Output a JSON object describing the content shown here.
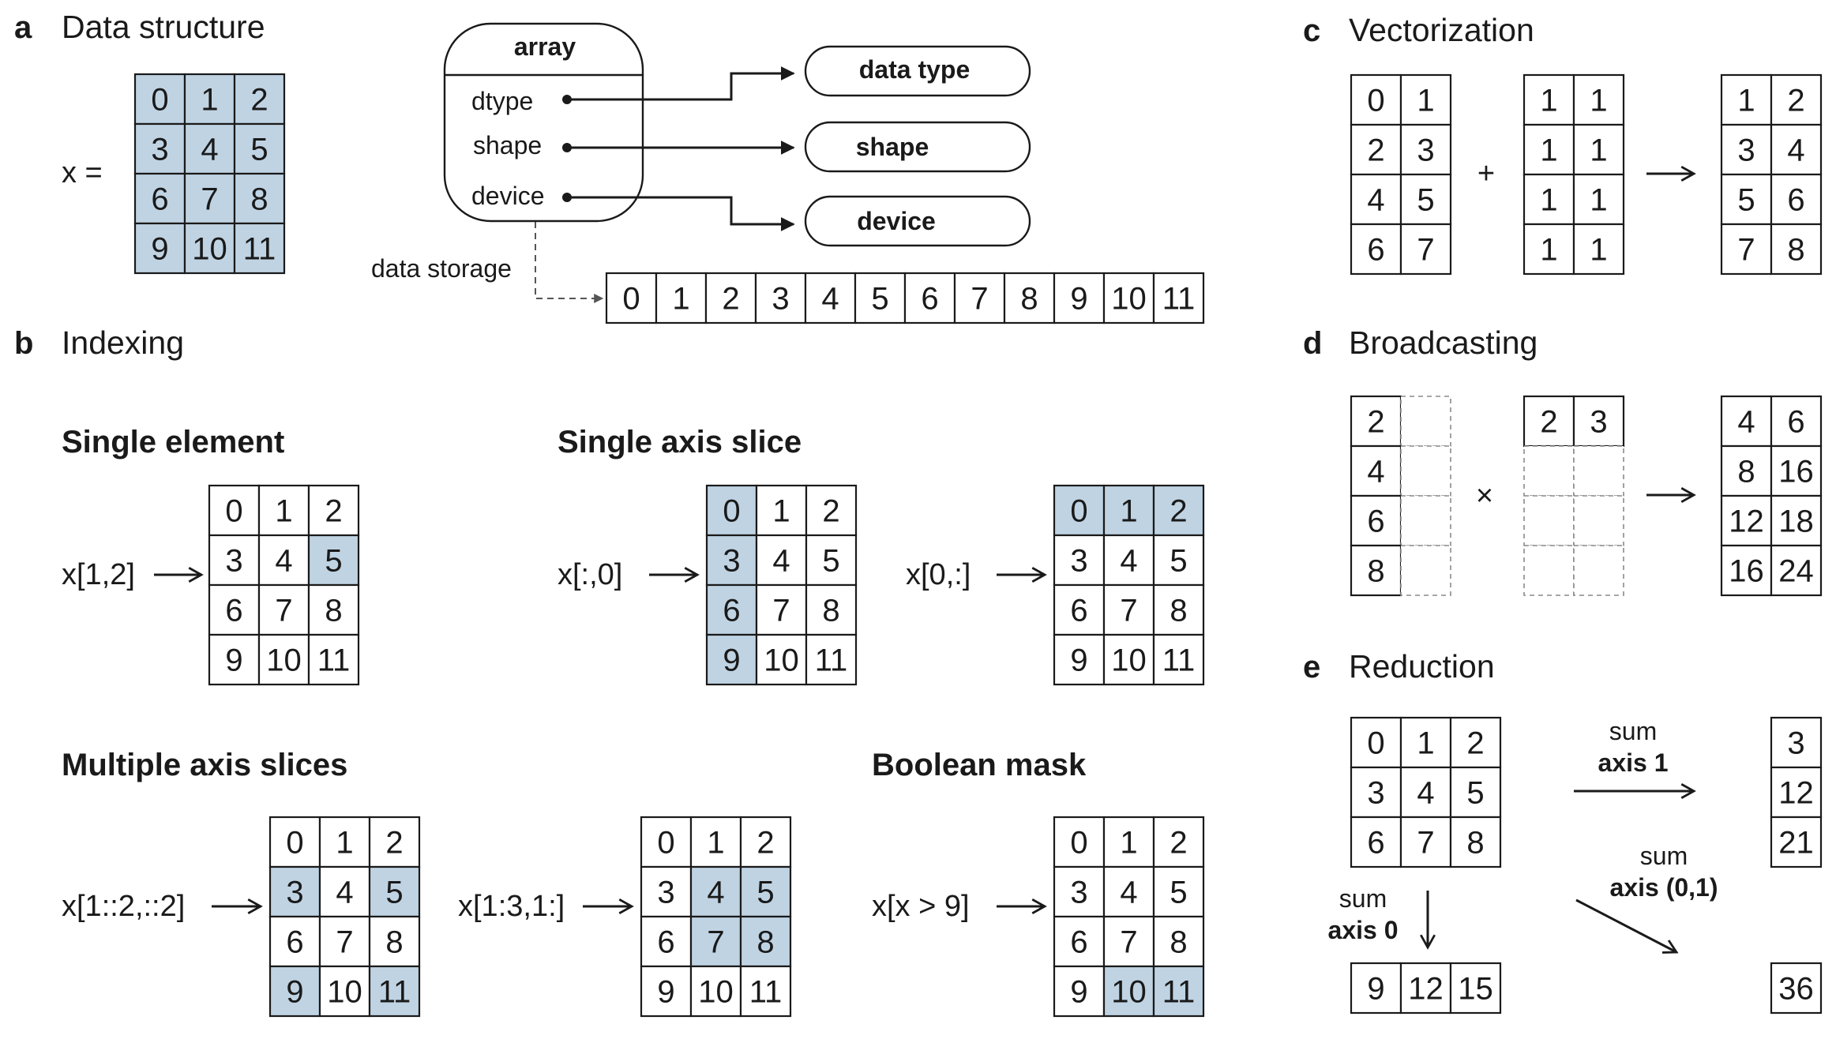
{
  "colors": {
    "highlight": "#bfd3e3",
    "stroke": "#1a1a1a",
    "ghost_stroke": "#8a8a8a"
  },
  "panels": {
    "a": {
      "letter": "a",
      "title": "Data structure"
    },
    "b": {
      "letter": "b",
      "title": "Indexing"
    },
    "c": {
      "letter": "c",
      "title": "Vectorization"
    },
    "d": {
      "letter": "d",
      "title": "Broadcasting"
    },
    "e": {
      "letter": "e",
      "title": "Reduction"
    }
  },
  "a": {
    "x_label": "x =",
    "array_box": {
      "title": "array",
      "fields": [
        "dtype",
        "shape",
        "device"
      ]
    },
    "targets": [
      "data type",
      "shape",
      "device"
    ],
    "storage_label": "data storage"
  },
  "b": {
    "single_element": {
      "title": "Single element",
      "expr": "x[1,2]"
    },
    "single_axis": {
      "title": "Single axis slice",
      "expr1": "x[:,0]",
      "expr2": "x[0,:]"
    },
    "multiple_axis": {
      "title": "Multiple axis slices",
      "expr1": "x[1::2,::2]",
      "expr2": "x[1:3,1:]"
    },
    "boolean_mask": {
      "title": "Boolean mask",
      "expr": "x[x > 9]"
    }
  },
  "c": {
    "plus": "+"
  },
  "d": {
    "times": "×"
  },
  "e": {
    "sum": "sum",
    "axis1": "axis 1",
    "axis0": "axis 0",
    "axis01": "axis (0,1)"
  },
  "grids": [
    {
      "id": "a-x",
      "cells": [
        [
          "0",
          "1",
          "2"
        ],
        [
          "3",
          "4",
          "5"
        ],
        [
          "6",
          "7",
          "8"
        ],
        [
          "9",
          "10",
          "11"
        ]
      ],
      "hl": [
        [
          1,
          1,
          1
        ],
        [
          1,
          1,
          1
        ],
        [
          1,
          1,
          1
        ],
        [
          1,
          1,
          1
        ]
      ]
    },
    {
      "id": "a-storage",
      "cells": [
        [
          "0",
          "1",
          "2",
          "3",
          "4",
          "5",
          "6",
          "7",
          "8",
          "9",
          "10",
          "11"
        ]
      ]
    },
    {
      "id": "b-single",
      "cells": [
        [
          "0",
          "1",
          "2"
        ],
        [
          "3",
          "4",
          "5"
        ],
        [
          "6",
          "7",
          "8"
        ],
        [
          "9",
          "10",
          "11"
        ]
      ],
      "hl": [
        [
          0,
          0,
          0
        ],
        [
          0,
          0,
          1
        ],
        [
          0,
          0,
          0
        ],
        [
          0,
          0,
          0
        ]
      ]
    },
    {
      "id": "b-col",
      "cells": [
        [
          "0",
          "1",
          "2"
        ],
        [
          "3",
          "4",
          "5"
        ],
        [
          "6",
          "7",
          "8"
        ],
        [
          "9",
          "10",
          "11"
        ]
      ],
      "hl": [
        [
          1,
          0,
          0
        ],
        [
          1,
          0,
          0
        ],
        [
          1,
          0,
          0
        ],
        [
          1,
          0,
          0
        ]
      ]
    },
    {
      "id": "b-row",
      "cells": [
        [
          "0",
          "1",
          "2"
        ],
        [
          "3",
          "4",
          "5"
        ],
        [
          "6",
          "7",
          "8"
        ],
        [
          "9",
          "10",
          "11"
        ]
      ],
      "hl": [
        [
          1,
          1,
          1
        ],
        [
          0,
          0,
          0
        ],
        [
          0,
          0,
          0
        ],
        [
          0,
          0,
          0
        ]
      ]
    },
    {
      "id": "b-multi1",
      "cells": [
        [
          "0",
          "1",
          "2"
        ],
        [
          "3",
          "4",
          "5"
        ],
        [
          "6",
          "7",
          "8"
        ],
        [
          "9",
          "10",
          "11"
        ]
      ],
      "hl": [
        [
          0,
          0,
          0
        ],
        [
          1,
          0,
          1
        ],
        [
          0,
          0,
          0
        ],
        [
          1,
          0,
          1
        ]
      ]
    },
    {
      "id": "b-multi2",
      "cells": [
        [
          "0",
          "1",
          "2"
        ],
        [
          "3",
          "4",
          "5"
        ],
        [
          "6",
          "7",
          "8"
        ],
        [
          "9",
          "10",
          "11"
        ]
      ],
      "hl": [
        [
          0,
          0,
          0
        ],
        [
          0,
          1,
          1
        ],
        [
          0,
          1,
          1
        ],
        [
          0,
          0,
          0
        ]
      ]
    },
    {
      "id": "b-mask",
      "cells": [
        [
          "0",
          "1",
          "2"
        ],
        [
          "3",
          "4",
          "5"
        ],
        [
          "6",
          "7",
          "8"
        ],
        [
          "9",
          "10",
          "11"
        ]
      ],
      "hl": [
        [
          0,
          0,
          0
        ],
        [
          0,
          0,
          0
        ],
        [
          0,
          0,
          0
        ],
        [
          0,
          1,
          1
        ]
      ]
    },
    {
      "id": "c-a",
      "cells": [
        [
          "0",
          "1"
        ],
        [
          "2",
          "3"
        ],
        [
          "4",
          "5"
        ],
        [
          "6",
          "7"
        ]
      ]
    },
    {
      "id": "c-b",
      "cells": [
        [
          "1",
          "1"
        ],
        [
          "1",
          "1"
        ],
        [
          "1",
          "1"
        ],
        [
          "1",
          "1"
        ]
      ]
    },
    {
      "id": "c-out",
      "cells": [
        [
          "1",
          "2"
        ],
        [
          "3",
          "4"
        ],
        [
          "5",
          "6"
        ],
        [
          "7",
          "8"
        ]
      ]
    },
    {
      "id": "d-a",
      "cells": [
        [
          "2",
          ""
        ],
        [
          "4",
          ""
        ],
        [
          "6",
          ""
        ],
        [
          "8",
          ""
        ]
      ],
      "ghost": [
        [
          0,
          1
        ],
        [
          0,
          1
        ],
        [
          0,
          1
        ],
        [
          0,
          1
        ]
      ]
    },
    {
      "id": "d-b",
      "cells": [
        [
          "2",
          "3"
        ],
        [
          "",
          ""
        ],
        [
          "",
          ""
        ],
        [
          "",
          ""
        ]
      ],
      "ghost": [
        [
          0,
          0
        ],
        [
          1,
          1
        ],
        [
          1,
          1
        ],
        [
          1,
          1
        ]
      ]
    },
    {
      "id": "d-out",
      "cells": [
        [
          "4",
          "6"
        ],
        [
          "8",
          "16"
        ],
        [
          "12",
          "18"
        ],
        [
          "16",
          "24"
        ]
      ]
    },
    {
      "id": "e-x",
      "cells": [
        [
          "0",
          "1",
          "2"
        ],
        [
          "3",
          "4",
          "5"
        ],
        [
          "6",
          "7",
          "8"
        ]
      ]
    },
    {
      "id": "e-axis1",
      "cells": [
        [
          "3"
        ],
        [
          "12"
        ],
        [
          "21"
        ]
      ]
    },
    {
      "id": "e-axis0",
      "cells": [
        [
          "9",
          "12",
          "15"
        ]
      ]
    },
    {
      "id": "e-total",
      "cells": [
        [
          "36"
        ]
      ]
    }
  ]
}
